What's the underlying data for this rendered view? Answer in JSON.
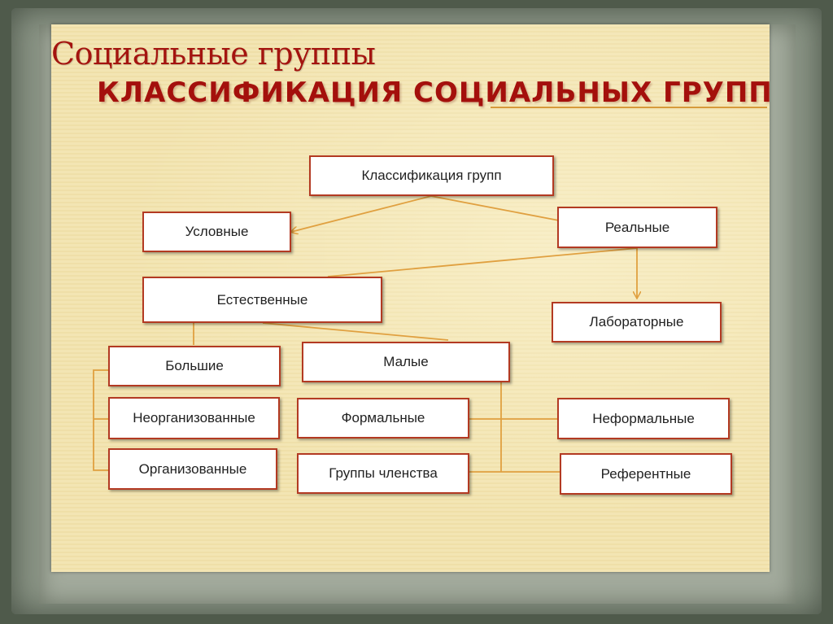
{
  "slide": {
    "title": "Социальные группы",
    "subtitle": "КЛАССИФИКАЦИЯ СОЦИАЛЬНЫХ ГРУПП"
  },
  "diagram": {
    "root": "Классификация групп",
    "conditional": "Условные",
    "real": "Реальные",
    "natural": "Естественные",
    "laboratory": "Лабораторные",
    "large": "Большие",
    "small": "Малые",
    "unorganized": "Неорганизованные",
    "organized": "Организованные",
    "formal": "Формальные",
    "informal": "Неформальные",
    "membership": "Группы членства",
    "reference": "Референтные"
  },
  "colors": {
    "title": "#a4140f",
    "box_border": "#b33a22",
    "connector": "#e0a040",
    "background": "#f3e5b3"
  }
}
